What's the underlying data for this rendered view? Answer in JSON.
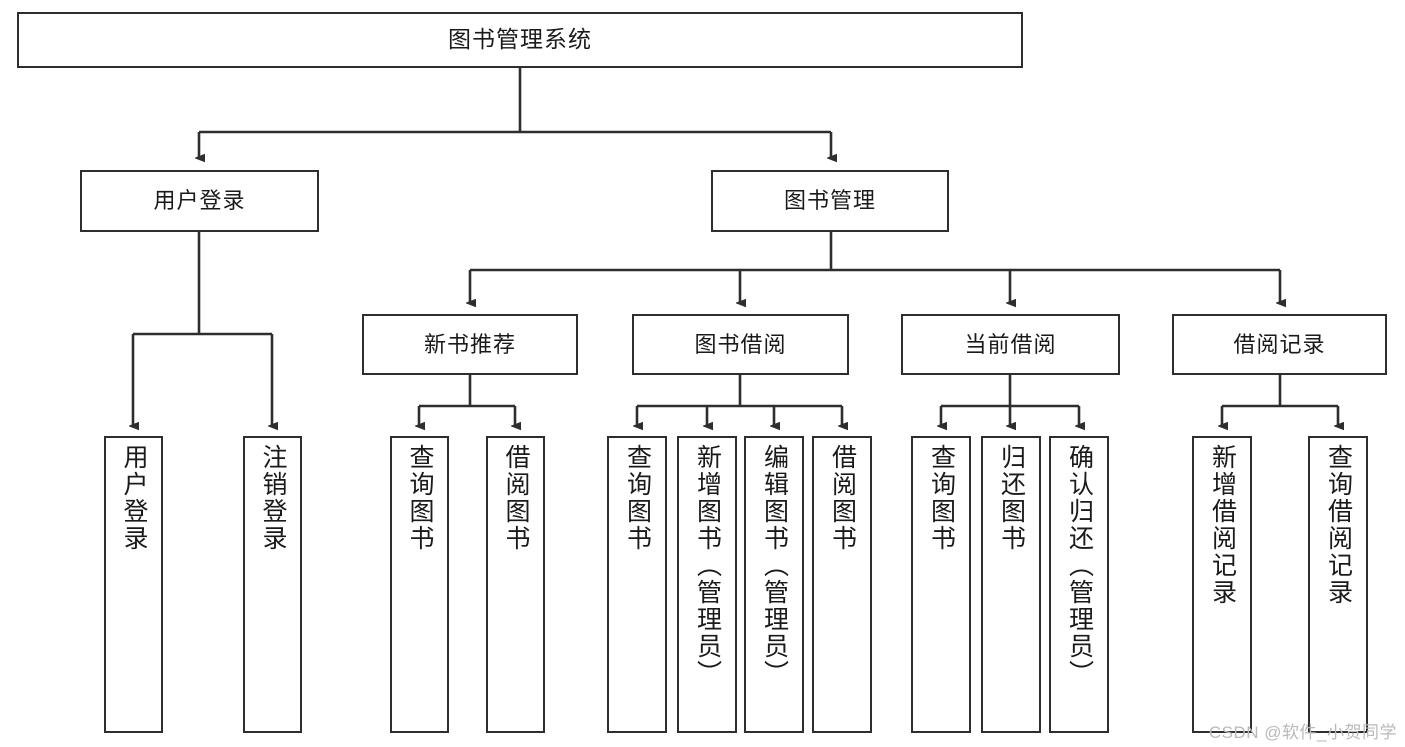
{
  "diagram": {
    "type": "tree",
    "title": "图书管理系统",
    "watermark": "CSDN @软件_小贺同学",
    "colors": {
      "border": "#2e2e2e",
      "background": "#ffffff",
      "text": "#1a1a1a",
      "watermark": "#b9b9b9"
    },
    "nodes": {
      "root": {
        "label": "图书管理系统"
      },
      "level1": [
        {
          "label": "用户登录"
        },
        {
          "label": "图书管理"
        }
      ],
      "level2": [
        {
          "label": "新书推荐"
        },
        {
          "label": "图书借阅"
        },
        {
          "label": "当前借阅"
        },
        {
          "label": "借阅记录"
        }
      ],
      "leaves": [
        {
          "label": "用户登录",
          "parent": "用户登录"
        },
        {
          "label": "注销登录",
          "parent": "用户登录"
        },
        {
          "label": "查询图书",
          "parent": "新书推荐"
        },
        {
          "label": "借阅图书",
          "parent": "新书推荐"
        },
        {
          "label": "查询图书",
          "parent": "图书借阅"
        },
        {
          "label": "新增图书（管理员）",
          "parent": "图书借阅"
        },
        {
          "label": "编辑图书（管理员）",
          "parent": "图书借阅"
        },
        {
          "label": "借阅图书",
          "parent": "图书借阅"
        },
        {
          "label": "查询图书",
          "parent": "当前借阅"
        },
        {
          "label": "归还图书",
          "parent": "当前借阅"
        },
        {
          "label": "确认归还（管理员）",
          "parent": "当前借阅"
        },
        {
          "label": "新增借阅记录",
          "parent": "借阅记录"
        },
        {
          "label": "查询借阅记录",
          "parent": "借阅记录"
        }
      ]
    }
  }
}
